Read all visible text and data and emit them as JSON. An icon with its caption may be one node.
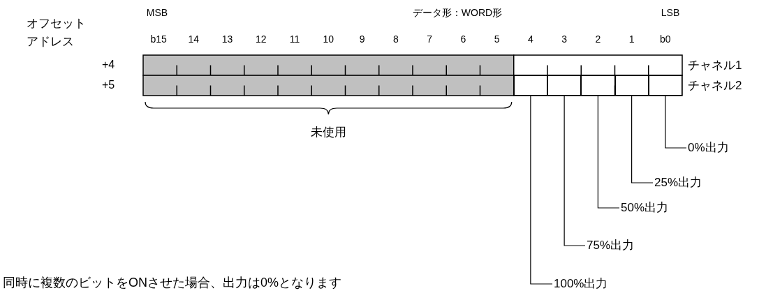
{
  "diagram": {
    "nodes": [
      {
        "text": [],
        "shape": "box"
      },
      {
        "text": [],
        "shape": "box"
      },
      {
        "text": [],
        "shape": "box"
      },
      {
        "text": [],
        "shape": "box"
      },
      {
        "text": [],
        "shape": "box"
      },
      {
        "text": [
          "0%出力"
        ]
      },
      {
        "text": [
          "25%出力"
        ]
      },
      {
        "text": [
          "50%出力"
        ]
      },
      {
        "text": [
          "75%出力"
        ]
      },
      {
        "text": [
          "100%出力"
        ]
      }
    ],
    "edges": [
      {
        "from": 5,
        "to": 4,
        "arrow": "none"
      },
      {
        "from": 6,
        "to": 3,
        "arrow": "none"
      },
      {
        "from": 7,
        "to": 2,
        "arrow": "none"
      },
      {
        "from": 8,
        "to": 1,
        "arrow": "none"
      },
      {
        "from": 9,
        "to": 0,
        "arrow": "none"
      }
    ],
    "labels": [
      "MSB",
      "データ形：WORD形",
      "LSB",
      "オフセットアドレス",
      "b15",
      "14",
      "13",
      "12",
      "11",
      "10",
      "9",
      "8",
      "7",
      "6",
      "5",
      "4",
      "3",
      "2",
      "1",
      "b0",
      "+4",
      "チャネル1",
      "+5",
      "チャネル2",
      "未使用",
      "同時に複数のビットをONさせた場合、出力は0%となります"
    ]
  }
}
